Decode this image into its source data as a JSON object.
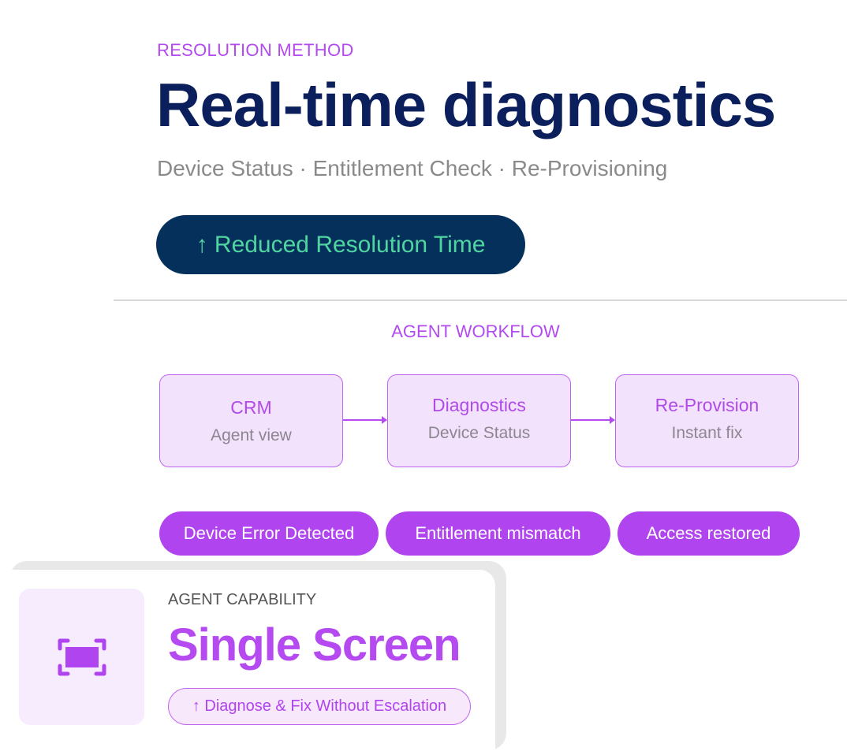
{
  "header": {
    "eyebrow": "RESOLUTION METHOD",
    "title": "Real-time diagnostics",
    "subtitle": "Device Status · Entitlement Check · Re-Provisioning",
    "badge": "↑ Reduced Resolution Time"
  },
  "workflow": {
    "title": "AGENT WORKFLOW",
    "steps": [
      {
        "title": "CRM",
        "subtitle": "Agent view"
      },
      {
        "title": "Diagnostics",
        "subtitle": "Device Status"
      },
      {
        "title": "Re-Provision",
        "subtitle": "Instant fix"
      }
    ],
    "tags": [
      "Device Error Detected",
      "Entitlement mismatch",
      "Access restored"
    ]
  },
  "capability": {
    "label": "AGENT CAPABILITY",
    "name": "Single Screen",
    "benefit": "↑ Diagnose & Fix Without Escalation",
    "icon": "fullscreen-focus-icon"
  },
  "colors": {
    "accent": "#b44af0",
    "navy": "#0a1f5c",
    "badge_bg": "#06305c",
    "badge_text": "#4fd6a0"
  }
}
